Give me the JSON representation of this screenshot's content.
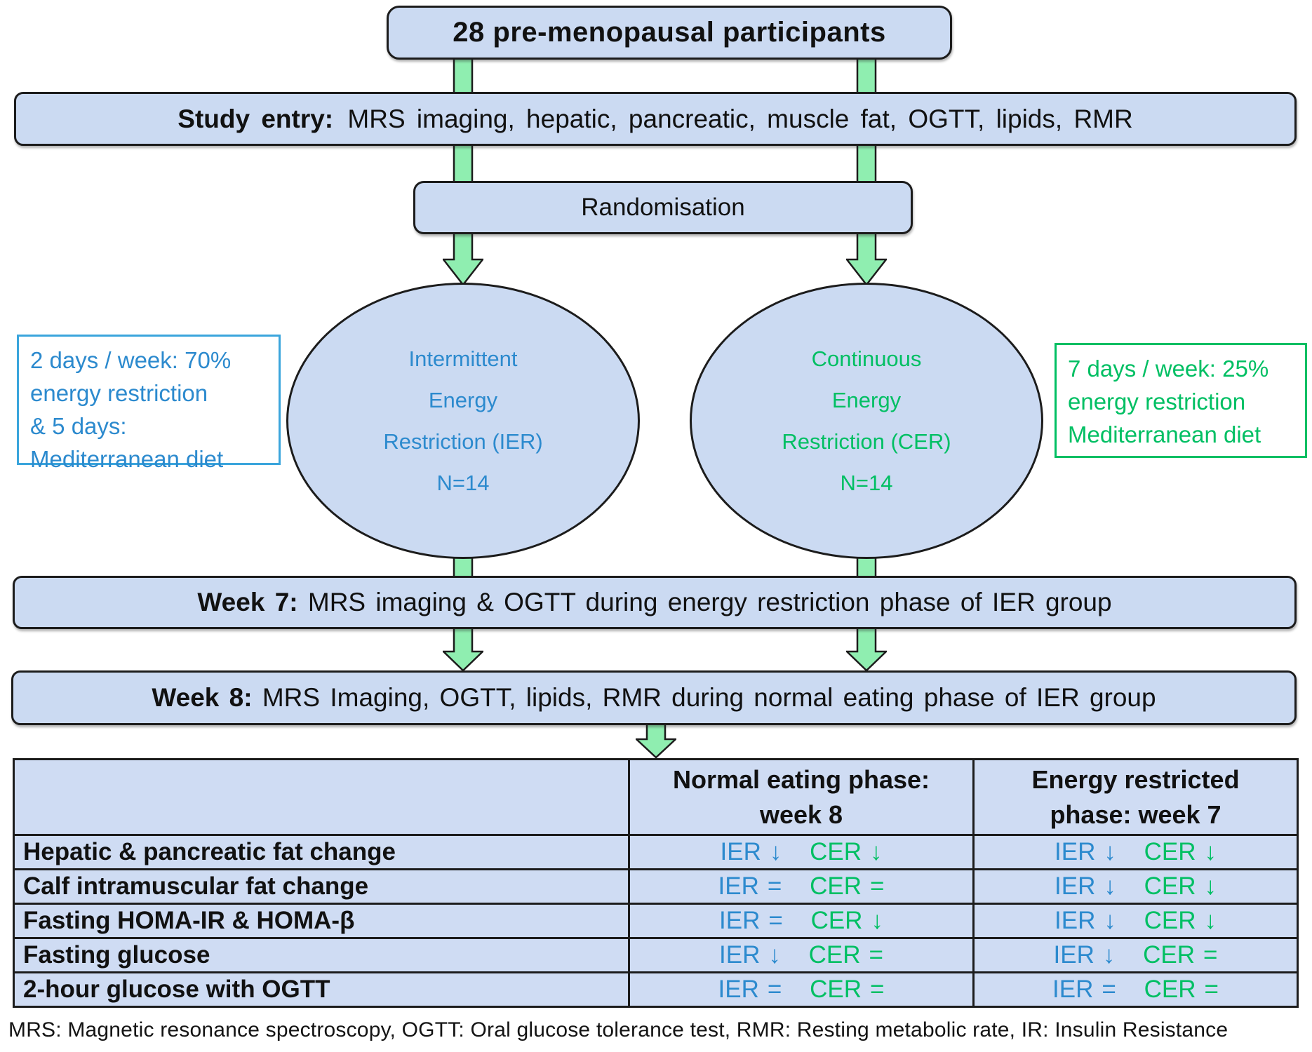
{
  "diagram_title": "IER vs CER study flow diagram",
  "colors": {
    "node_fill": "#cbdaf2",
    "arrow_fill": "#8feeb0",
    "ier_blue": "#2c8ace",
    "cer_green": "#00bf63",
    "border_black": "#1c1c1c"
  },
  "top_box": {
    "label": "28 pre-menopausal participants"
  },
  "study_entry": {
    "lead": "Study entry:",
    "rest": "MRS imaging, hepatic, pancreatic, muscle fat, OGTT, lipids, RMR"
  },
  "randomisation": {
    "label": "Randomisation"
  },
  "groups": {
    "ier": {
      "lines": [
        "Intermittent",
        "Energy",
        "Restriction (IER)",
        "N=14"
      ]
    },
    "cer": {
      "lines": [
        "Continuous",
        "Energy",
        "Restriction (CER)",
        "N=14"
      ]
    }
  },
  "notes": {
    "ier_note": {
      "lines": [
        "2 days / week: 70%",
        "energy restriction",
        "& 5 days:",
        "Mediterranean diet"
      ]
    },
    "cer_note": {
      "lines": [
        "7 days / week: 25%",
        "energy restriction",
        "Mediterranean diet"
      ]
    }
  },
  "week7": {
    "lead": "Week 7:",
    "rest": "MRS imaging & OGTT during energy restriction phase of IER group"
  },
  "week8": {
    "lead": "Week 8:",
    "rest": "MRS Imaging, OGTT, lipids, RMR during normal eating phase of IER group"
  },
  "table": {
    "ier_label": "IER",
    "cer_label": "CER",
    "col2_header": {
      "line1": "Normal eating phase:",
      "line2": "week 8"
    },
    "col3_header": {
      "line1": "Energy restricted",
      "line2": "phase: week 7"
    },
    "rows": [
      {
        "label": "Hepatic & pancreatic fat change",
        "w8_ier": "↓",
        "w8_cer": "↓",
        "w7_ier": "↓",
        "w7_cer": "↓"
      },
      {
        "label": "Calf intramuscular fat change",
        "w8_ier": "=",
        "w8_cer": "=",
        "w7_ier": "↓",
        "w7_cer": "↓"
      },
      {
        "label": "Fasting HOMA-IR & HOMA-β",
        "w8_ier": "=",
        "w8_cer": "↓",
        "w7_ier": "↓",
        "w7_cer": "↓"
      },
      {
        "label": "Fasting glucose",
        "w8_ier": "↓",
        "w8_cer": "=",
        "w7_ier": "↓",
        "w7_cer": "="
      },
      {
        "label": "2-hour glucose with OGTT",
        "w8_ier": "=",
        "w8_cer": "=",
        "w7_ier": "=",
        "w7_cer": "="
      }
    ]
  },
  "footer": {
    "text": "MRS: Magnetic resonance spectroscopy, OGTT:  Oral glucose tolerance test, RMR: Resting metabolic rate, IR:  Insulin Resistance"
  }
}
